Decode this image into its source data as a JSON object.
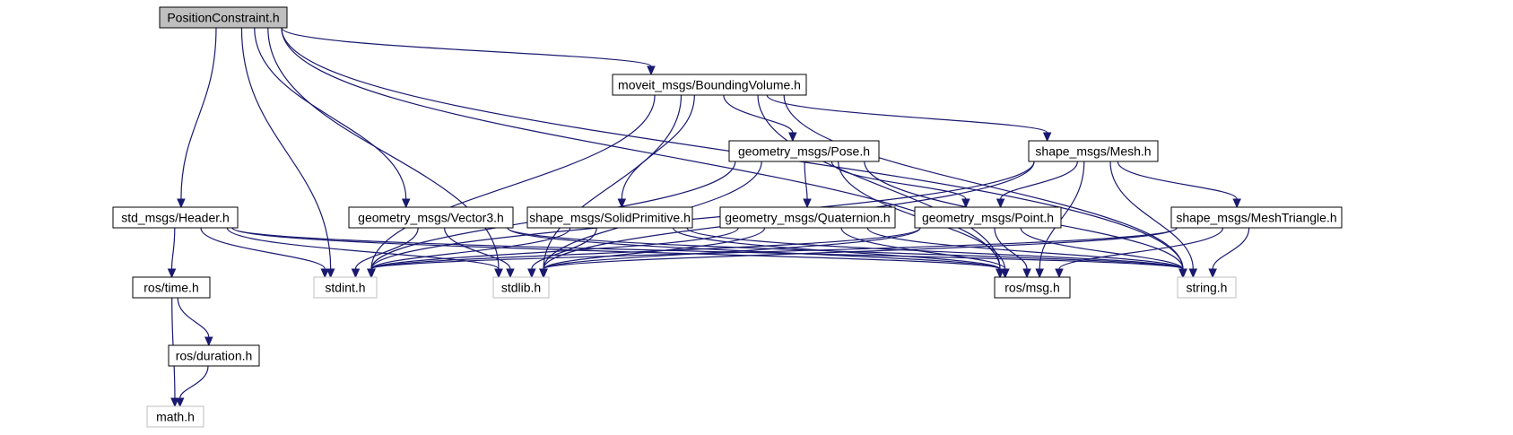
{
  "diagram": {
    "colors": {
      "edge": "#191970",
      "node_border": "#000000",
      "system_border": "#bfbfbf",
      "root_fill": "#bfbfbf",
      "node_fill": "#ffffff",
      "system_text": "#000000"
    },
    "nodes": [
      {
        "id": "position-constraint",
        "label": "PositionConstraint.h",
        "kind": "root"
      },
      {
        "id": "bounding-volume",
        "label": "moveit_msgs/BoundingVolume.h",
        "kind": "local"
      },
      {
        "id": "pose",
        "label": "geometry_msgs/Pose.h",
        "kind": "local"
      },
      {
        "id": "mesh",
        "label": "shape_msgs/Mesh.h",
        "kind": "local"
      },
      {
        "id": "header",
        "label": "std_msgs/Header.h",
        "kind": "local"
      },
      {
        "id": "vector3",
        "label": "geometry_msgs/Vector3.h",
        "kind": "local"
      },
      {
        "id": "solid-primitive",
        "label": "shape_msgs/SolidPrimitive.h",
        "kind": "local"
      },
      {
        "id": "quaternion",
        "label": "geometry_msgs/Quaternion.h",
        "kind": "local"
      },
      {
        "id": "point",
        "label": "geometry_msgs/Point.h",
        "kind": "local"
      },
      {
        "id": "mesh-triangle",
        "label": "shape_msgs/MeshTriangle.h",
        "kind": "local"
      },
      {
        "id": "ros-time",
        "label": "ros/time.h",
        "kind": "local"
      },
      {
        "id": "stdint",
        "label": "stdint.h",
        "kind": "system"
      },
      {
        "id": "stdlib",
        "label": "stdlib.h",
        "kind": "system"
      },
      {
        "id": "ros-msg",
        "label": "ros/msg.h",
        "kind": "local"
      },
      {
        "id": "string",
        "label": "string.h",
        "kind": "system"
      },
      {
        "id": "ros-duration",
        "label": "ros/duration.h",
        "kind": "local"
      },
      {
        "id": "math",
        "label": "math.h",
        "kind": "system"
      }
    ],
    "edges": [
      [
        "position-constraint",
        "bounding-volume"
      ],
      [
        "position-constraint",
        "header"
      ],
      [
        "position-constraint",
        "vector3"
      ],
      [
        "position-constraint",
        "stdint"
      ],
      [
        "position-constraint",
        "stdlib"
      ],
      [
        "position-constraint",
        "ros-msg"
      ],
      [
        "position-constraint",
        "string"
      ],
      [
        "bounding-volume",
        "pose"
      ],
      [
        "bounding-volume",
        "mesh"
      ],
      [
        "bounding-volume",
        "solid-primitive"
      ],
      [
        "bounding-volume",
        "stdint"
      ],
      [
        "bounding-volume",
        "stdlib"
      ],
      [
        "bounding-volume",
        "ros-msg"
      ],
      [
        "bounding-volume",
        "string"
      ],
      [
        "pose",
        "quaternion"
      ],
      [
        "pose",
        "point"
      ],
      [
        "pose",
        "stdint"
      ],
      [
        "pose",
        "stdlib"
      ],
      [
        "pose",
        "ros-msg"
      ],
      [
        "pose",
        "string"
      ],
      [
        "mesh",
        "point"
      ],
      [
        "mesh",
        "mesh-triangle"
      ],
      [
        "mesh",
        "stdint"
      ],
      [
        "mesh",
        "stdlib"
      ],
      [
        "mesh",
        "ros-msg"
      ],
      [
        "mesh",
        "string"
      ],
      [
        "header",
        "ros-time"
      ],
      [
        "header",
        "stdint"
      ],
      [
        "header",
        "stdlib"
      ],
      [
        "header",
        "ros-msg"
      ],
      [
        "header",
        "string"
      ],
      [
        "vector3",
        "stdint"
      ],
      [
        "vector3",
        "stdlib"
      ],
      [
        "vector3",
        "ros-msg"
      ],
      [
        "vector3",
        "string"
      ],
      [
        "solid-primitive",
        "stdint"
      ],
      [
        "solid-primitive",
        "stdlib"
      ],
      [
        "solid-primitive",
        "ros-msg"
      ],
      [
        "solid-primitive",
        "string"
      ],
      [
        "quaternion",
        "stdint"
      ],
      [
        "quaternion",
        "stdlib"
      ],
      [
        "quaternion",
        "ros-msg"
      ],
      [
        "quaternion",
        "string"
      ],
      [
        "point",
        "stdint"
      ],
      [
        "point",
        "stdlib"
      ],
      [
        "point",
        "ros-msg"
      ],
      [
        "point",
        "string"
      ],
      [
        "mesh-triangle",
        "stdint"
      ],
      [
        "mesh-triangle",
        "stdlib"
      ],
      [
        "mesh-triangle",
        "ros-msg"
      ],
      [
        "mesh-triangle",
        "string"
      ],
      [
        "ros-time",
        "ros-duration"
      ],
      [
        "ros-time",
        "math"
      ],
      [
        "ros-duration",
        "math"
      ]
    ]
  }
}
